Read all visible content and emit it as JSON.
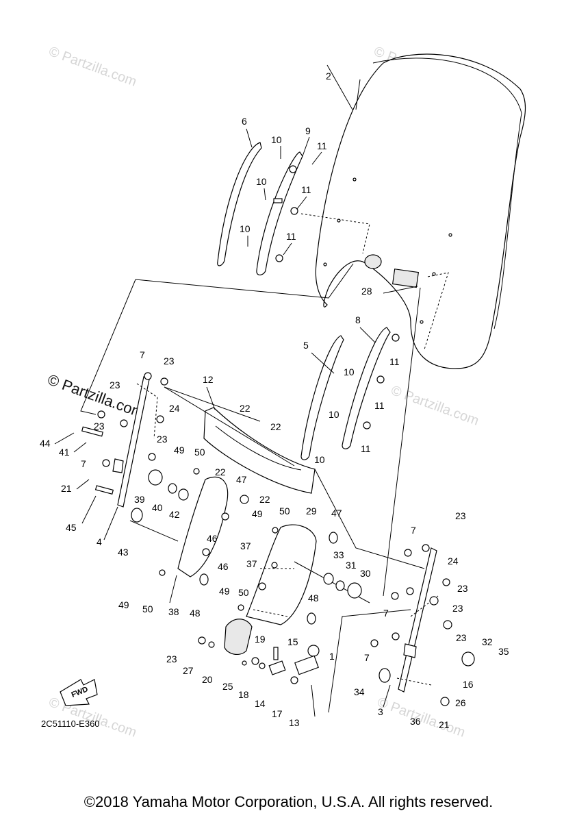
{
  "diagram": {
    "code": "2C51110-E360",
    "fwd_label": "FWD",
    "watermark": "© Partzilla.com",
    "watermark_main": "© Partzilla.com",
    "callouts": [
      {
        "id": "c2",
        "text": "2"
      },
      {
        "id": "c6",
        "text": "6"
      },
      {
        "id": "c9",
        "text": "9"
      },
      {
        "id": "c10a",
        "text": "10"
      },
      {
        "id": "c11a",
        "text": "11"
      },
      {
        "id": "c10b",
        "text": "10"
      },
      {
        "id": "c11b",
        "text": "11"
      },
      {
        "id": "c10c",
        "text": "10"
      },
      {
        "id": "c11c",
        "text": "11"
      },
      {
        "id": "c28",
        "text": "28"
      },
      {
        "id": "c8",
        "text": "8"
      },
      {
        "id": "c5",
        "text": "5"
      },
      {
        "id": "c11d",
        "text": "11"
      },
      {
        "id": "c10d",
        "text": "10"
      },
      {
        "id": "c11e",
        "text": "11"
      },
      {
        "id": "c10e",
        "text": "10"
      },
      {
        "id": "c10f",
        "text": "10"
      },
      {
        "id": "c11f",
        "text": "11"
      },
      {
        "id": "c7a",
        "text": "7"
      },
      {
        "id": "c23a",
        "text": "23"
      },
      {
        "id": "c23b",
        "text": "23"
      },
      {
        "id": "c23c",
        "text": "23"
      },
      {
        "id": "c24a",
        "text": "24"
      },
      {
        "id": "c12",
        "text": "12"
      },
      {
        "id": "c22a",
        "text": "22"
      },
      {
        "id": "c22b",
        "text": "22"
      },
      {
        "id": "c44",
        "text": "44"
      },
      {
        "id": "c41",
        "text": "41"
      },
      {
        "id": "c23d",
        "text": "23"
      },
      {
        "id": "c49a",
        "text": "49"
      },
      {
        "id": "c50a",
        "text": "50"
      },
      {
        "id": "c7b",
        "text": "7"
      },
      {
        "id": "c22c",
        "text": "22"
      },
      {
        "id": "c47a",
        "text": "47"
      },
      {
        "id": "c22d",
        "text": "22"
      },
      {
        "id": "c21a",
        "text": "21"
      },
      {
        "id": "c39",
        "text": "39"
      },
      {
        "id": "c40",
        "text": "40"
      },
      {
        "id": "c42",
        "text": "42"
      },
      {
        "id": "c45",
        "text": "45"
      },
      {
        "id": "c4",
        "text": "4"
      },
      {
        "id": "c43",
        "text": "43"
      },
      {
        "id": "c46a",
        "text": "46"
      },
      {
        "id": "c46b",
        "text": "46"
      },
      {
        "id": "c49b",
        "text": "49"
      },
      {
        "id": "c50b",
        "text": "50"
      },
      {
        "id": "c29",
        "text": "29"
      },
      {
        "id": "c47b",
        "text": "47"
      },
      {
        "id": "c37a",
        "text": "37"
      },
      {
        "id": "c37b",
        "text": "37"
      },
      {
        "id": "c33",
        "text": "33"
      },
      {
        "id": "c31",
        "text": "31"
      },
      {
        "id": "c30",
        "text": "30"
      },
      {
        "id": "c49c",
        "text": "49"
      },
      {
        "id": "c50c",
        "text": "50"
      },
      {
        "id": "c49d",
        "text": "49"
      },
      {
        "id": "c50d",
        "text": "50"
      },
      {
        "id": "c38",
        "text": "38"
      },
      {
        "id": "c48a",
        "text": "48"
      },
      {
        "id": "c48b",
        "text": "48"
      },
      {
        "id": "c23e",
        "text": "23"
      },
      {
        "id": "c7c",
        "text": "7"
      },
      {
        "id": "c24b",
        "text": "24"
      },
      {
        "id": "c23f",
        "text": "23"
      },
      {
        "id": "c7d",
        "text": "7"
      },
      {
        "id": "c23g",
        "text": "23"
      },
      {
        "id": "c23h",
        "text": "23"
      },
      {
        "id": "c7e",
        "text": "7"
      },
      {
        "id": "c32",
        "text": "32"
      },
      {
        "id": "c35",
        "text": "35"
      },
      {
        "id": "c19",
        "text": "19"
      },
      {
        "id": "c15",
        "text": "15"
      },
      {
        "id": "c1",
        "text": "1"
      },
      {
        "id": "c23i",
        "text": "23"
      },
      {
        "id": "c27",
        "text": "27"
      },
      {
        "id": "c20",
        "text": "20"
      },
      {
        "id": "c25",
        "text": "25"
      },
      {
        "id": "c18",
        "text": "18"
      },
      {
        "id": "c14",
        "text": "14"
      },
      {
        "id": "c17",
        "text": "17"
      },
      {
        "id": "c13",
        "text": "13"
      },
      {
        "id": "c34",
        "text": "34"
      },
      {
        "id": "c3",
        "text": "3"
      },
      {
        "id": "c36",
        "text": "36"
      },
      {
        "id": "c16",
        "text": "16"
      },
      {
        "id": "c26",
        "text": "26"
      },
      {
        "id": "c21b",
        "text": "21"
      }
    ]
  },
  "footer": {
    "copyright": "©2018 Yamaha Motor Corporation, U.S.A. All rights reserved."
  }
}
